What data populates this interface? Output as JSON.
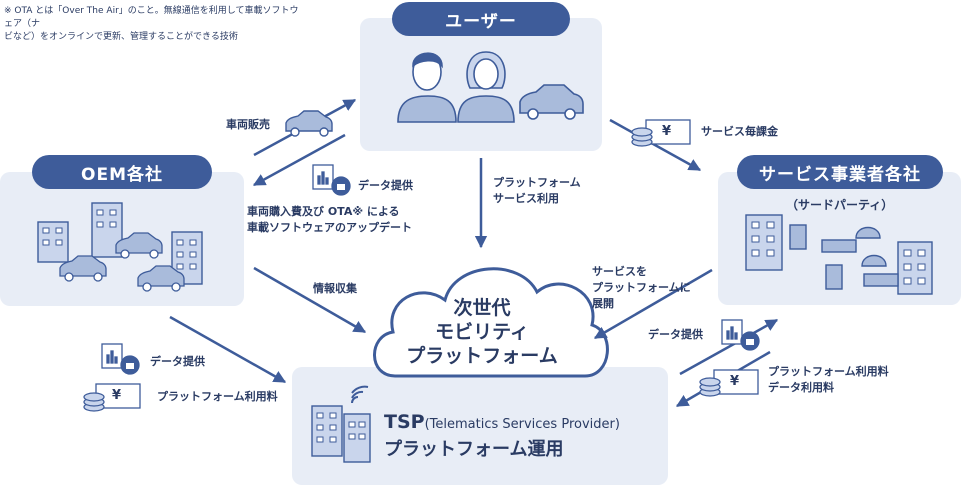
{
  "note": {
    "line1": "※ OTA とは「Over The Air」のこと。無線通信を利用して車載ソフトウェア（ナ",
    "line2": "ビなど）をオンラインで更新、管理することができる技術"
  },
  "nodes": {
    "user": "ユーザー",
    "oem": "OEM各社",
    "service": "サービス事業者各社",
    "service_sub": "（サードパーティ）",
    "cloud_line1": "次世代",
    "cloud_line2": "モビリティ",
    "cloud_line3": "プラットフォーム",
    "tsp_line1_main": "TSP",
    "tsp_line1_sub": "(Telematics Services Provider)",
    "tsp_line2": "プラットフォーム運用"
  },
  "labels": {
    "vehicle_sales": "車両販売",
    "data_provide_top": "データ提供",
    "ota_line1": "車両購入費及び OTA※ による",
    "ota_line2": "車載ソフトウェアのアップデート",
    "platform_use_line1": "プラットフォーム",
    "platform_use_line2": "サービス利用",
    "service_fee": "サービス毎課金",
    "deploy_line1": "サービスを",
    "deploy_line2": "プラットフォームに",
    "deploy_line3": "展開",
    "info_collect": "情報収集",
    "data_provide_left": "データ提供",
    "platform_fee_left": "プラットフォーム利用料",
    "data_provide_right": "データ提供",
    "platform_fee_right": "プラットフォーム利用料",
    "data_fee_right": "データ利用料"
  },
  "icons": {
    "yen": "¥"
  },
  "colors": {
    "accent": "#3e5c9a",
    "panel": "#e8edf6",
    "text": "#2a3b63"
  }
}
